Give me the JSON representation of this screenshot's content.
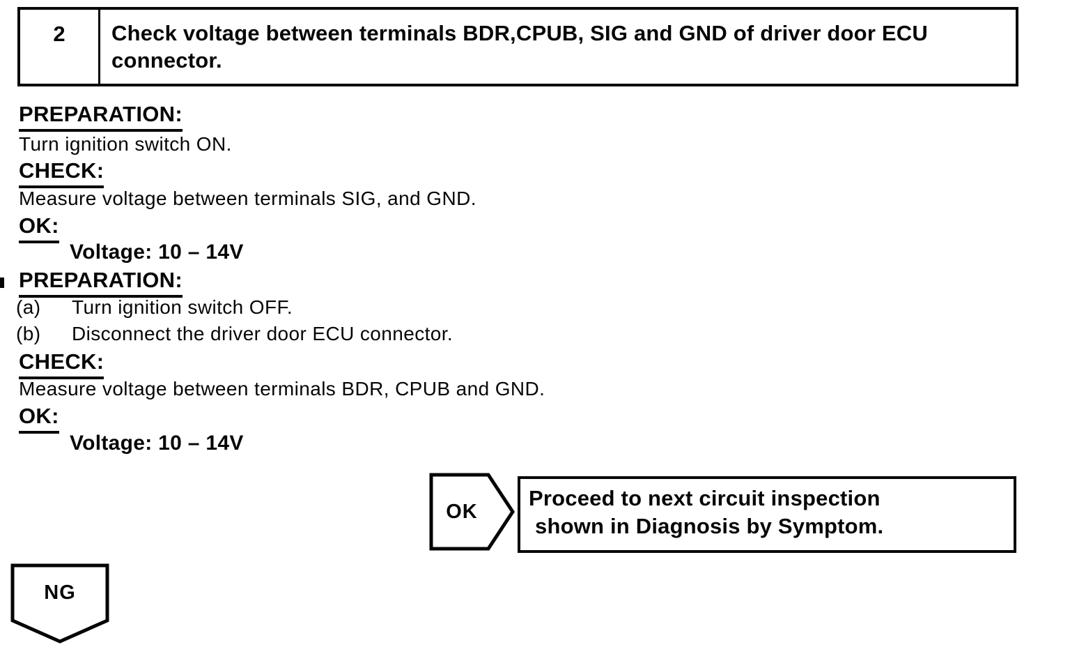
{
  "step_header": {
    "number": "2",
    "title": "Check voltage between terminals BDR,CPUB, SIG and GND of driver door ECU connector."
  },
  "procedure": {
    "section1": {
      "preparation_heading": "PREPARATION:",
      "preparation_text": "Turn ignition switch ON.",
      "check_heading": "CHECK:",
      "check_text": "Measure voltage between terminals SIG, and GND.",
      "ok_heading": "OK:",
      "ok_spec": "Voltage: 10 – 14V"
    },
    "section2": {
      "preparation_heading": "PREPARATION:",
      "steps": [
        {
          "label": "(a)",
          "text": "Turn ignition switch OFF."
        },
        {
          "label": "(b)",
          "text": "Disconnect the driver door ECU connector."
        }
      ],
      "check_heading": "CHECK:",
      "check_text": "Measure voltage between terminals BDR, CPUB and GND.",
      "ok_heading": "OK:",
      "ok_spec": "Voltage: 10 – 14V"
    }
  },
  "flow": {
    "ok_connector_label": "OK",
    "ok_result_line1": "Proceed to next circuit inspection",
    "ok_result_line2": "shown in Diagnosis by Symptom.",
    "ng_connector_label": "NG"
  },
  "colors": {
    "ink": "#060606",
    "paper": "#ffffff"
  }
}
